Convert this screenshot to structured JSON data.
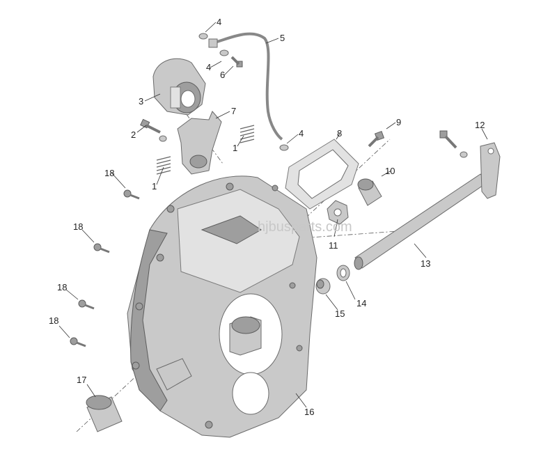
{
  "diagram": {
    "type": "exploded parts view",
    "watermark": "hjbusparts.com",
    "callouts": [
      {
        "id": "c4a",
        "label": "4"
      },
      {
        "id": "c5",
        "label": "5"
      },
      {
        "id": "c4b",
        "label": "4"
      },
      {
        "id": "c6",
        "label": "6"
      },
      {
        "id": "c3",
        "label": "3"
      },
      {
        "id": "c7",
        "label": "7"
      },
      {
        "id": "c2",
        "label": "2"
      },
      {
        "id": "c1a",
        "label": "1"
      },
      {
        "id": "c4c",
        "label": "4"
      },
      {
        "id": "c1b",
        "label": "1"
      },
      {
        "id": "c8",
        "label": "8"
      },
      {
        "id": "c9",
        "label": "9"
      },
      {
        "id": "c12",
        "label": "12"
      },
      {
        "id": "c18a",
        "label": "18"
      },
      {
        "id": "c10",
        "label": "10"
      },
      {
        "id": "c18b",
        "label": "18"
      },
      {
        "id": "c11",
        "label": "11"
      },
      {
        "id": "c13",
        "label": "13"
      },
      {
        "id": "c18c",
        "label": "18"
      },
      {
        "id": "c14",
        "label": "14"
      },
      {
        "id": "c15",
        "label": "15"
      },
      {
        "id": "c18d",
        "label": "18"
      },
      {
        "id": "c17",
        "label": "17"
      },
      {
        "id": "c16",
        "label": "16"
      }
    ],
    "colors": {
      "metal": "#c9c9c9",
      "metal_dark": "#9e9e9e",
      "line": "#333333",
      "watermark": "#c8c8c8"
    }
  }
}
